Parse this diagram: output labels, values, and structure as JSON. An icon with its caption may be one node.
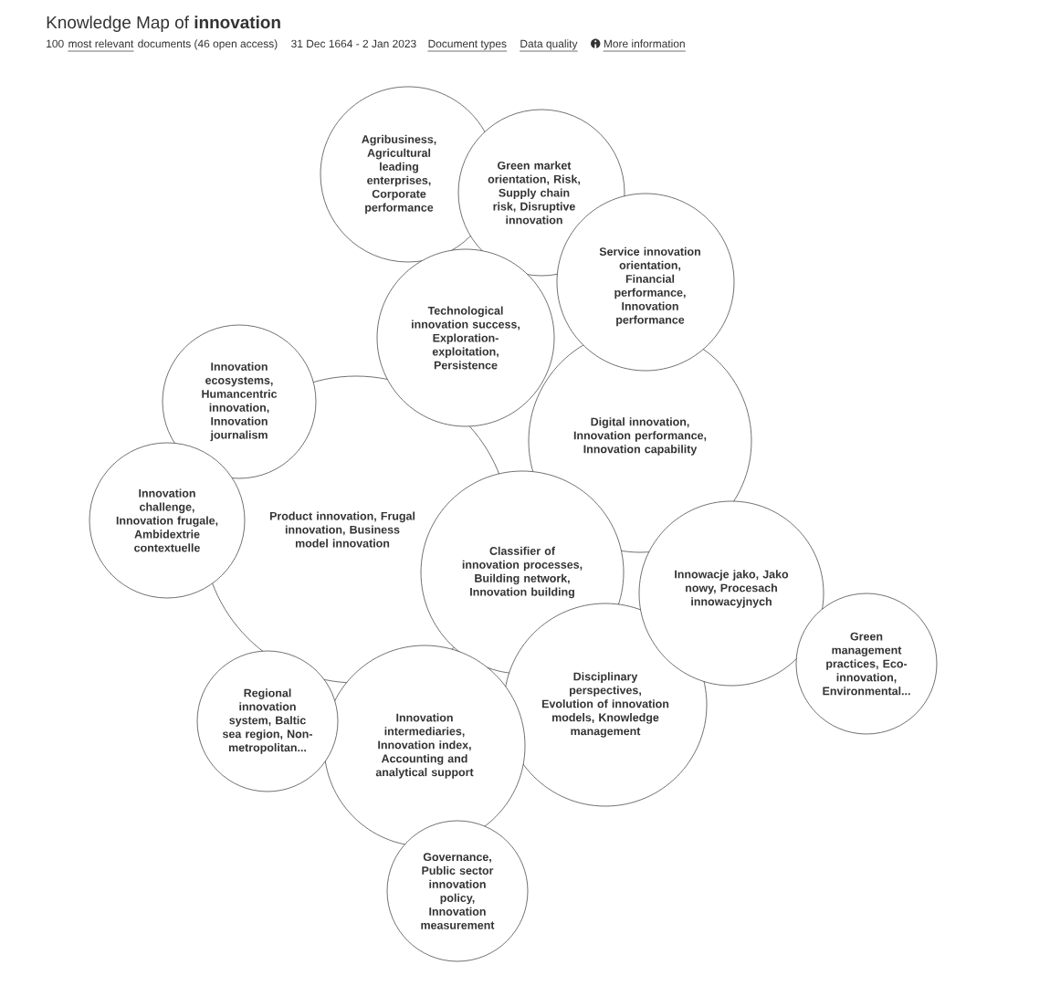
{
  "diagram": {
    "title": "Knowledge Map of **innovation**",
    "nodes": [
      {
        "text": [
          "Agribusiness, Agricultural leading enterprises, Corporate performance"
        ]
      },
      {
        "text": [
          "Green market orientation, Risk, Supply chain risk, Disruptive innovation"
        ]
      },
      {
        "text": [
          "Service innovation orientation, Financial performance, Innovation performance"
        ]
      },
      {
        "text": [
          "Technological innovation success, Exploration-exploitation, Persistence"
        ]
      },
      {
        "text": [
          "Innovation ecosystems, Humancentric innovation, Innovation journalism"
        ]
      },
      {
        "text": [
          "Digital innovation, Innovation performance, Innovation capability"
        ]
      },
      {
        "text": [
          "Innovation challenge, Innovation frugale, Ambidextrie contextuelle"
        ]
      },
      {
        "text": [
          "Product innovation, Frugal innovation, Business model innovation"
        ]
      },
      {
        "text": [
          "Classifier of innovation processes, Building network, Innovation building"
        ]
      },
      {
        "text": [
          "Innowacje jako, Jako nowy, Procesach innowacyjnych"
        ]
      },
      {
        "text": [
          "Green management practices, Eco-innovation, Environmental..."
        ]
      },
      {
        "text": [
          "Disciplinary perspectives, Evolution of innovation models, Knowledge management"
        ]
      },
      {
        "text": [
          "Regional innovation system, Baltic sea region, Non-metropolitan..."
        ]
      },
      {
        "text": [
          "Innovation intermediaries, Innovation index, Accounting and analytical support"
        ]
      },
      {
        "text": [
          "Governance, Public sector innovation policy, Innovation measurement"
        ]
      }
    ],
    "labels": [
      "100",
      "most relevant",
      "documents (46 open access)",
      "31 Dec 1664 - 2 Jan 2023",
      "Document types",
      "Data quality",
      "More information"
    ]
  }
}
